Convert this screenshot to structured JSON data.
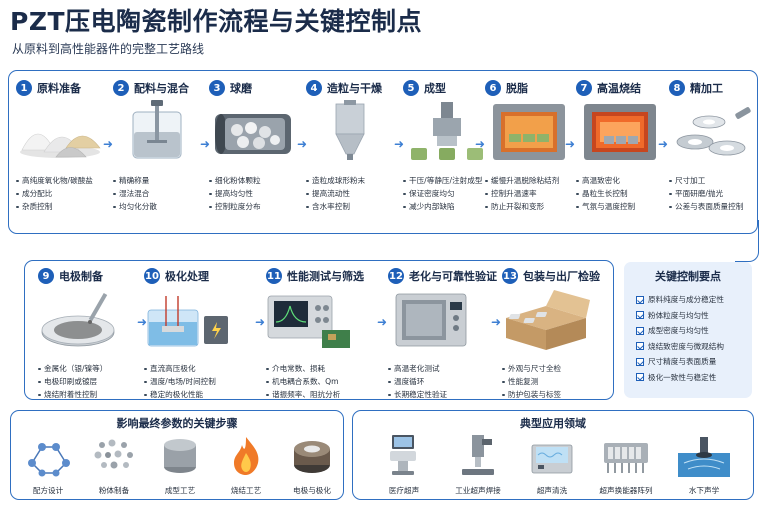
{
  "header": {
    "title": "PZT压电陶瓷制作流程与关键控制点",
    "subtitle": "从原料到高性能器件的完整工艺路线"
  },
  "process": {
    "steps": [
      {
        "num": "1",
        "title": "原料准备",
        "bullets": [
          "高纯度氧化物/碳酸盐",
          "成分配比",
          "杂质控制"
        ]
      },
      {
        "num": "2",
        "title": "配料与混合",
        "bullets": [
          "精确称量",
          "湿法混合",
          "均匀化分散"
        ]
      },
      {
        "num": "3",
        "title": "球磨",
        "bullets": [
          "细化粉体颗粒",
          "提高均匀性",
          "控制粒度分布"
        ]
      },
      {
        "num": "4",
        "title": "造粒与干燥",
        "bullets": [
          "造粒成球形粉末",
          "提高流动性",
          "含水率控制"
        ]
      },
      {
        "num": "5",
        "title": "成型",
        "bullets": [
          "干压/等静压/注射成型",
          "保证密度均匀",
          "减少内部缺陷"
        ]
      },
      {
        "num": "6",
        "title": "脱脂",
        "bullets": [
          "缓慢升温脱除粘结剂",
          "控制升温速率",
          "防止开裂和变形"
        ]
      },
      {
        "num": "7",
        "title": "高温烧结",
        "bullets": [
          "高温致密化",
          "晶粒生长控制",
          "气氛与温度控制"
        ]
      },
      {
        "num": "8",
        "title": "精加工",
        "bullets": [
          "尺寸加工",
          "平面研磨/抛光",
          "公差与表面质量控制"
        ]
      },
      {
        "num": "9",
        "title": "电极制备",
        "bullets": [
          "金属化（银/镍等）",
          "电极印刷或镀层",
          "烧结附着性控制"
        ]
      },
      {
        "num": "10",
        "title": "极化处理",
        "bullets": [
          "直流高压极化",
          "温度/电场/时间控制",
          "稳定的极化性能"
        ]
      },
      {
        "num": "11",
        "title": "性能测试与筛选",
        "bullets": [
          "介电常数、损耗",
          "机电耦合系数、Qm",
          "谐振频率、阻抗分析"
        ]
      },
      {
        "num": "12",
        "title": "老化与可靠性验证",
        "bullets": [
          "高温老化测试",
          "温度循环",
          "长期稳定性验证"
        ]
      },
      {
        "num": "13",
        "title": "包装与出厂检验",
        "bullets": [
          "外观与尺寸全检",
          "性能复测",
          "防护包装与标签"
        ]
      }
    ]
  },
  "key_points": {
    "title": "关键控制要点",
    "items": [
      "原料纯度与成分稳定性",
      "粉体粒度与均匀性",
      "成型密度与均匀性",
      "烧结致密度与微观结构",
      "尺寸精度与表面质量",
      "极化一致性与稳定性"
    ]
  },
  "key_steps": {
    "title": "影响最终参数的关键步骤",
    "items": [
      "配方设计",
      "粉体制备",
      "成型工艺",
      "烧结工艺",
      "电极与极化"
    ]
  },
  "applications": {
    "title": "典型应用领域",
    "items": [
      "医疗超声",
      "工业超声焊接",
      "超声清洗",
      "超声换能器阵列",
      "水下声学"
    ]
  },
  "colors": {
    "accent": "#1e5fb8",
    "border": "#2f6fc1",
    "panel_bg": "#e8f0fb"
  }
}
